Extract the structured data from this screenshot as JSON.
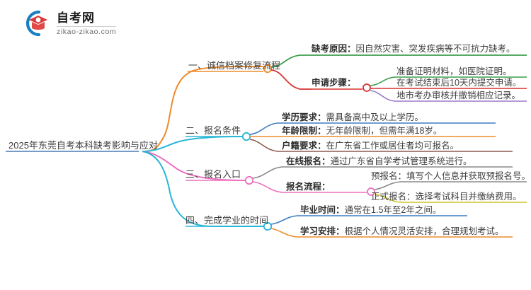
{
  "logo": {
    "title": "自考网",
    "subtitle": "zikao-zikao.com",
    "mark_name": "graduation-cap-logo",
    "arc_color": "#1a7fc1",
    "cap_color": "#d93a3a"
  },
  "mindmap": {
    "root": {
      "label": "2025年东莞自考本科缺考影响与应对",
      "color": "#4a79b5"
    },
    "branches": [
      {
        "label": "一、诚信档案修复流程",
        "color": "#ef8b2c",
        "children": [
          {
            "lead": "缺考原因：",
            "body": "因自然灾害、突发疾病等不可抗力缺考。",
            "color": "#3f9e4d",
            "children": []
          },
          {
            "lead": "申请步骤：",
            "body": "",
            "color": "#d8302f",
            "children": [
              {
                "lead": "",
                "body": "准备证明材料，如医院证明。",
                "color": "#3f9e4d"
              },
              {
                "lead": "",
                "body": "在考试结束后10天内提交申请。",
                "color": "#d8302f"
              },
              {
                "lead": "",
                "body": "地市考办审核并撤销相应记录。",
                "color": "#9b7cc8"
              }
            ]
          }
        ]
      },
      {
        "label": "二、报名条件",
        "color": "#29b6d8",
        "children": [
          {
            "lead": "学历要求：",
            "body": "需具备高中及以上学历。",
            "color": "#3f7fc1",
            "children": []
          },
          {
            "lead": "年龄限制：",
            "body": "无年龄限制，但需年满18岁。",
            "color": "#ef8b2c",
            "children": []
          },
          {
            "lead": "户籍要求：",
            "body": "在广东省工作或居住者均可报名。",
            "color": "#8a5a4e",
            "children": []
          }
        ]
      },
      {
        "label": "三、报名入口",
        "color": "#ee6fbf",
        "children": [
          {
            "lead": "在线报名：",
            "body": "通过广东省自学考试管理系统进行。",
            "color": "#8a8a8a",
            "children": []
          },
          {
            "lead": "报名流程：",
            "body": "",
            "color": "#ee6fbf",
            "children": [
              {
                "lead": "",
                "body": "预报名：填写个人信息并获取预报名号。",
                "color": "#8a8a8a"
              },
              {
                "lead": "",
                "body": "正式报名：选择考试科目并缴纳费用。",
                "color": "#cfc32a"
              }
            ]
          }
        ]
      },
      {
        "label": "四、完成学业的时间",
        "color": "#29b6d8",
        "children": [
          {
            "lead": "毕业时间：",
            "body": "通常在1.5年至2年之间。",
            "color": "#3f7fc1",
            "children": []
          },
          {
            "lead": "学习安排：",
            "body": "根据个人情况灵活安排，合理规划考试。",
            "color": "#ef8b2c",
            "children": []
          }
        ]
      }
    ]
  }
}
